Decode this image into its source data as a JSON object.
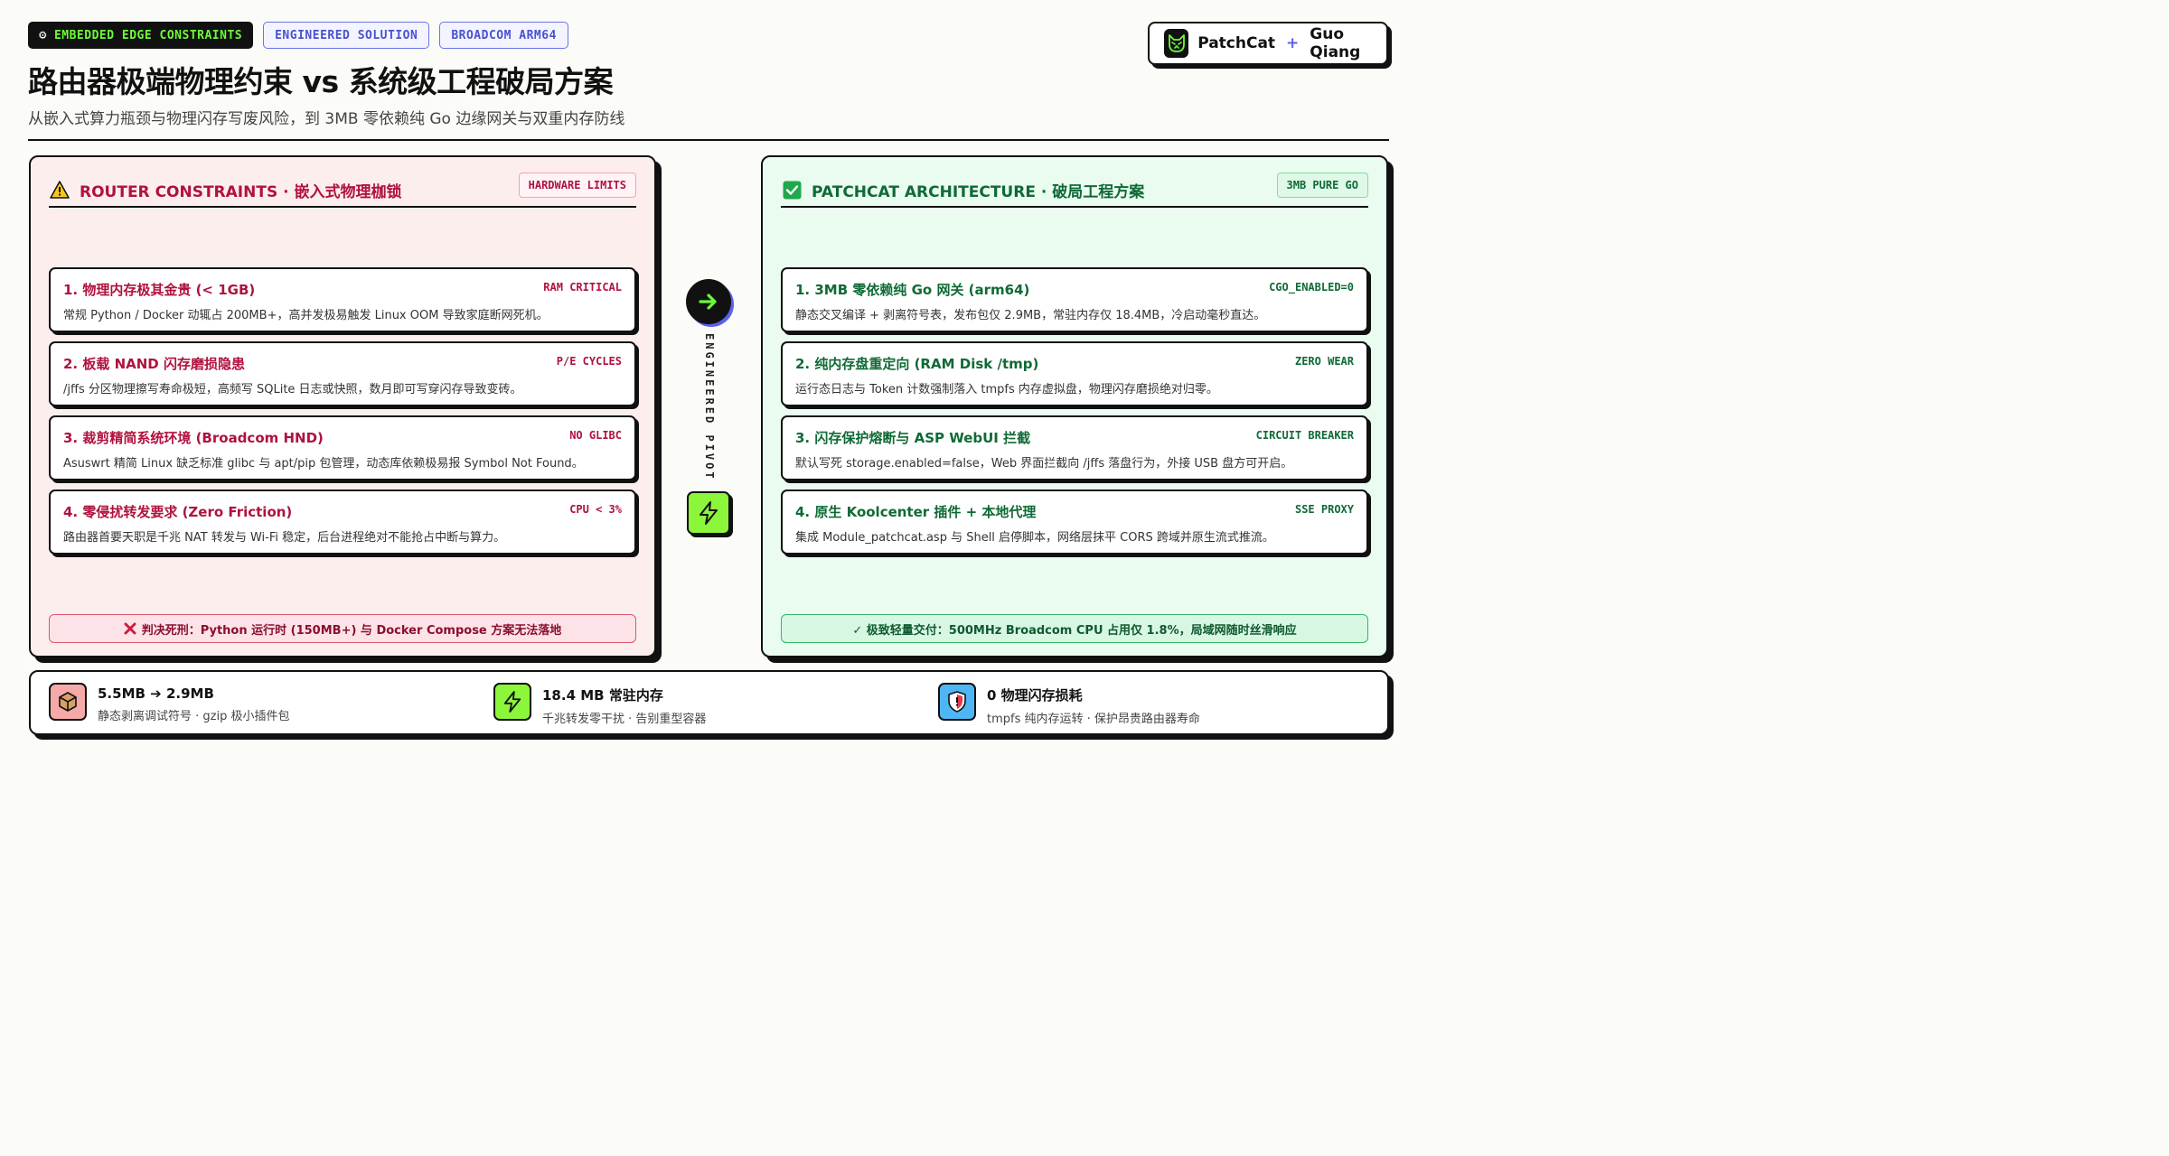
{
  "header": {
    "badges": [
      {
        "label": "EMBEDDED EDGE CONSTRAINTS"
      },
      {
        "label": "ENGINEERED SOLUTION"
      },
      {
        "label": "BROADCOM ARM64"
      }
    ],
    "brand": {
      "name": "PatchCat",
      "plus": "+",
      "partner": "Guo Qiang"
    },
    "title": "路由器极端物理约束 vs 系统级工程破局方案",
    "subtitle": "从嵌入式算力瓶颈与物理闪存写废风险，到 3MB 零依赖纯 Go 边缘网关与双重内存防线"
  },
  "left": {
    "title": "ROUTER CONSTRAINTS · 嵌入式物理枷锁",
    "tag": "HARDWARE LIMITS",
    "cards": [
      {
        "title": "1. 物理内存极其金贵 (< 1GB)",
        "tag": "RAM CRITICAL",
        "desc": "常规 Python / Docker 动辄占 200MB+，高并发极易触发 Linux OOM 导致家庭断网死机。"
      },
      {
        "title": "2. 板载 NAND 闪存磨损隐患",
        "tag": "P/E CYCLES",
        "desc": "/jffs 分区物理擦写寿命极短，高频写 SQLite 日志或快照，数月即可写穿闪存导致变砖。"
      },
      {
        "title": "3. 裁剪精简系统环境 (Broadcom HND)",
        "tag": "NO GLIBC",
        "desc": "Asuswrt 精简 Linux 缺乏标准 glibc 与 apt/pip 包管理，动态库依赖极易报 Symbol Not Found。"
      },
      {
        "title": "4. 零侵扰转发要求 (Zero Friction)",
        "tag": "CPU < 3%",
        "desc": "路由器首要天职是千兆 NAT 转发与 Wi-Fi 稳定，后台进程绝对不能抢占中断与算力。"
      }
    ],
    "verdict": "判决死刑：Python 运行时 (150MB+) 与 Docker Compose 方案无法落地"
  },
  "pivot": {
    "label": "ENGINEERED PIVOT"
  },
  "right": {
    "title": "PATCHCAT ARCHITECTURE · 破局工程方案",
    "tag": "3MB PURE GO",
    "cards": [
      {
        "title": "1. 3MB 零依赖纯 Go 网关 (arm64)",
        "tag": "CGO_ENABLED=0",
        "desc": "静态交叉编译 + 剥离符号表，发布包仅 2.9MB，常驻内存仅 18.4MB，冷启动毫秒直达。"
      },
      {
        "title": "2. 纯内存盘重定向 (RAM Disk /tmp)",
        "tag": "ZERO WEAR",
        "desc": "运行态日志与 Token 计数强制落入 tmpfs 内存虚拟盘，物理闪存磨损绝对归零。"
      },
      {
        "title": "3. 闪存保护熔断与 ASP WebUI 拦截",
        "tag": "CIRCUIT BREAKER",
        "desc": "默认写死 storage.enabled=false，Web 界面拦截向 /jffs 落盘行为，外接 USB 盘方可开启。"
      },
      {
        "title": "4. 原生 Koolcenter 插件 + 本地代理",
        "tag": "SSE PROXY",
        "desc": "集成 Module_patchcat.asp 与 Shell 启停脚本，网络层抹平 CORS 跨域并原生流式推流。"
      }
    ],
    "verdict": "✓ 极致轻量交付：500MHz Broadcom CPU 占用仅 1.8%，局域网随时丝滑响应"
  },
  "footer": {
    "stats": [
      {
        "title": "5.5MB ➔ 2.9MB",
        "desc": "静态剥离调试符号 · gzip 极小插件包",
        "icon": "package-icon",
        "color": "#f6a9a9"
      },
      {
        "title": "18.4 MB 常驻内存",
        "desc": "千兆转发零干扰 · 告别重型容器",
        "icon": "bolt-icon",
        "color": "#8cf63b"
      },
      {
        "title": "0 物理闪存损耗",
        "desc": "tmpfs 纯内存运转 · 保护昂贵路由器寿命",
        "icon": "shield-icon",
        "color": "#4fb6f5"
      }
    ]
  },
  "colors": {
    "danger": "#b0123e",
    "success": "#0f6a36",
    "accent": "#5a62e6",
    "lime": "#8cf63b",
    "ink": "#111111"
  }
}
